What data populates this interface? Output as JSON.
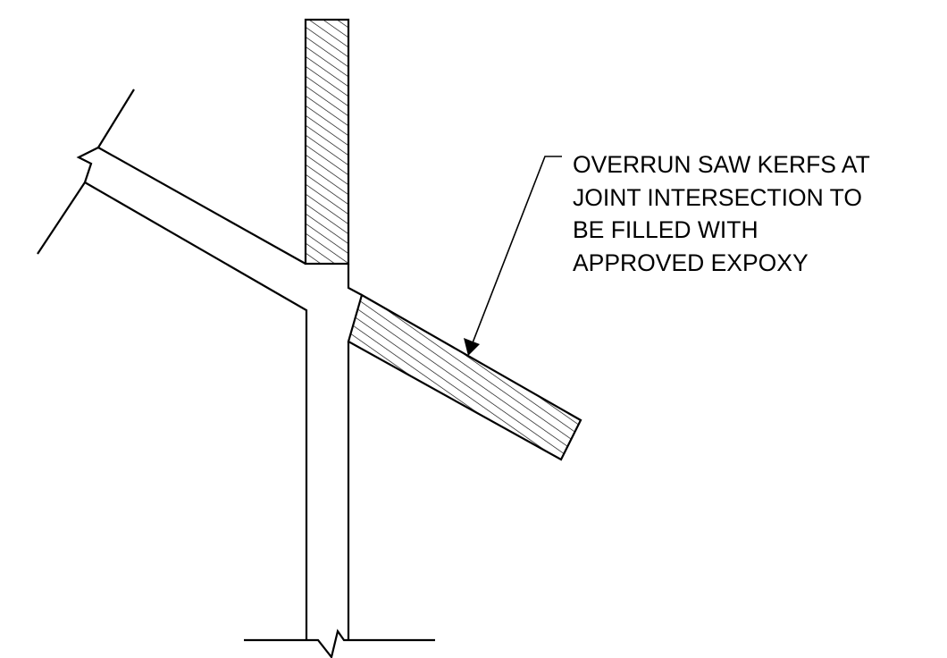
{
  "note": {
    "lines": [
      "OVERRUN SAW KERFS AT",
      "JOINT INTERSECTION TO",
      "BE FILLED WITH",
      "APPROVED EXPOXY"
    ]
  },
  "colors": {
    "ink": "#000000",
    "paper": "#ffffff"
  }
}
